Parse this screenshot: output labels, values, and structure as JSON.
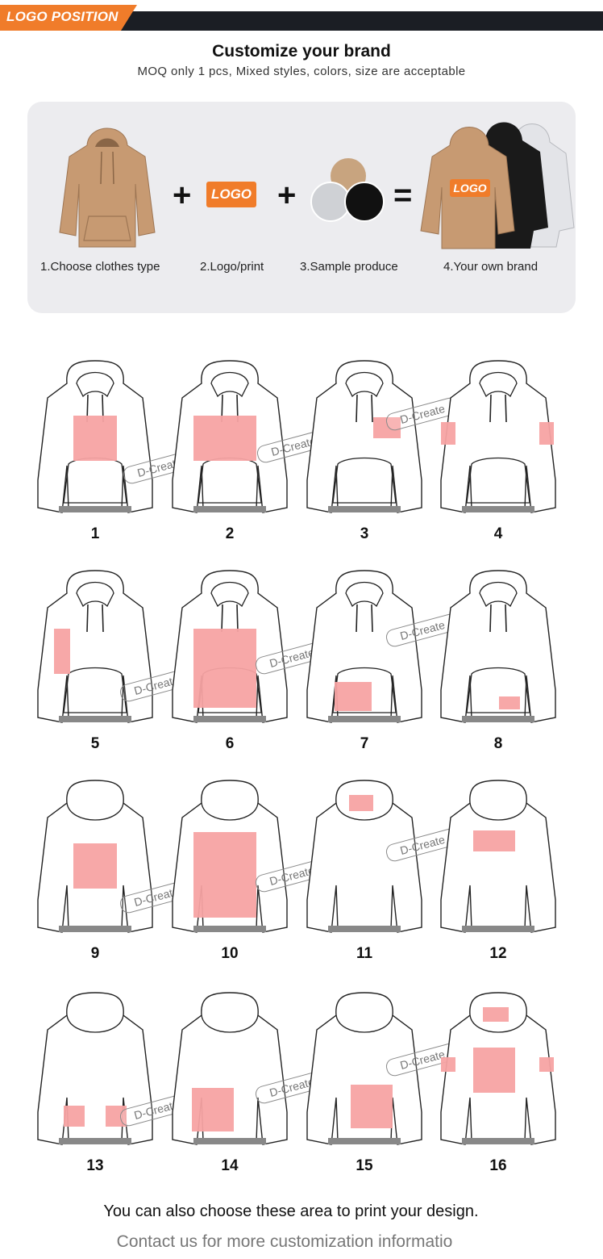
{
  "header": {
    "tag_label": "LOGO POSITION"
  },
  "hero": {
    "title": "Customize your brand",
    "subtitle": "MOQ only 1 pcs, Mixed styles, colors, size are acceptable"
  },
  "steps": {
    "s1": "1.Choose clothes type",
    "s2": "2.Logo/print",
    "s3": "3.Sample produce",
    "s4": "4.Your own brand",
    "plus": "+",
    "equals": "=",
    "logo_text": "LOGO"
  },
  "colors": {
    "accent": "#f07c2a",
    "print_area": "#f7a3a3",
    "hoodie_tan": "#c79a72",
    "dark": "#1b1e24"
  },
  "watermark": "D-Create",
  "positions": [
    {
      "n": "1"
    },
    {
      "n": "2"
    },
    {
      "n": "3"
    },
    {
      "n": "4"
    },
    {
      "n": "5"
    },
    {
      "n": "6"
    },
    {
      "n": "7"
    },
    {
      "n": "8"
    },
    {
      "n": "9"
    },
    {
      "n": "10"
    },
    {
      "n": "11"
    },
    {
      "n": "12"
    },
    {
      "n": "13"
    },
    {
      "n": "14"
    },
    {
      "n": "15"
    },
    {
      "n": "16"
    }
  ],
  "footer": {
    "line1": "You can also choose these area to print your design.",
    "line2": "Contact us for more customization informatio"
  }
}
